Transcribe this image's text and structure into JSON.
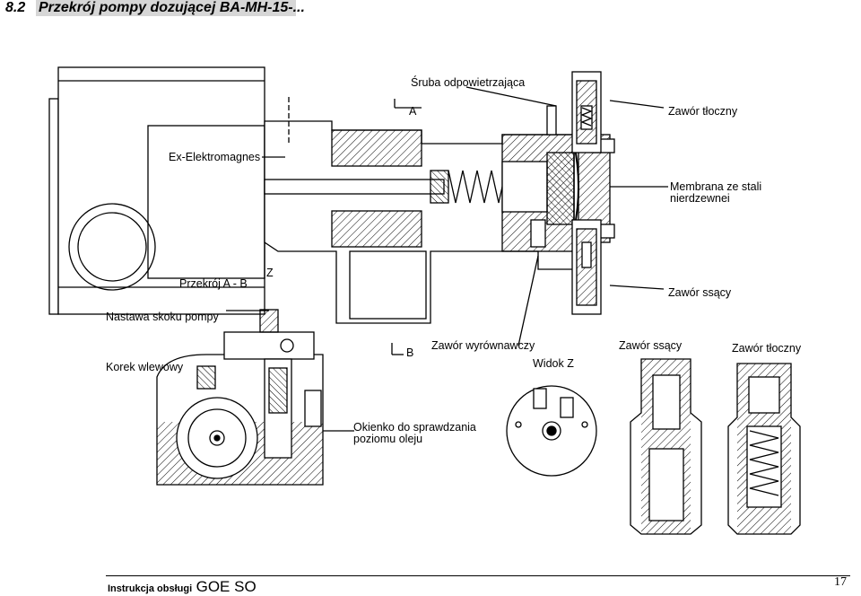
{
  "header": {
    "section_number": "8.2",
    "title": "Przekrój pompy dozującej BA-MH-15-..."
  },
  "labels": {
    "sruba": "Śruba odpowietrzająca",
    "a_mark": "A",
    "zawor_tloczny_top": "Zawór tłoczny",
    "elektromagnes": "Ex-Elektromagnes",
    "membrana_line1": "Membrana ze stali",
    "membrana_line2": "nierdzewnei",
    "przekroj": "Przekrój A - B",
    "z_mark": "Z",
    "zawor_ssacy_top": "Zawór ssący",
    "nastawa": "Nastawa skoku pompy",
    "korek": "Korek wlewowy",
    "b_mark": "B",
    "zawor_wyrownawczy": "Zawór wyrównawczy",
    "widok_z": "Widok Z",
    "zawor_ssacy_bottom": "Zawór ssący",
    "zawor_tloczny_bottom": "Zawór tłoczny",
    "okienko_line1": "Okienko do sprawdzania",
    "okienko_line2": "poziomu oleju"
  },
  "footer": {
    "manual_label": "Instrukcja obsługi",
    "product": "GOE SO",
    "page_number": "17"
  }
}
